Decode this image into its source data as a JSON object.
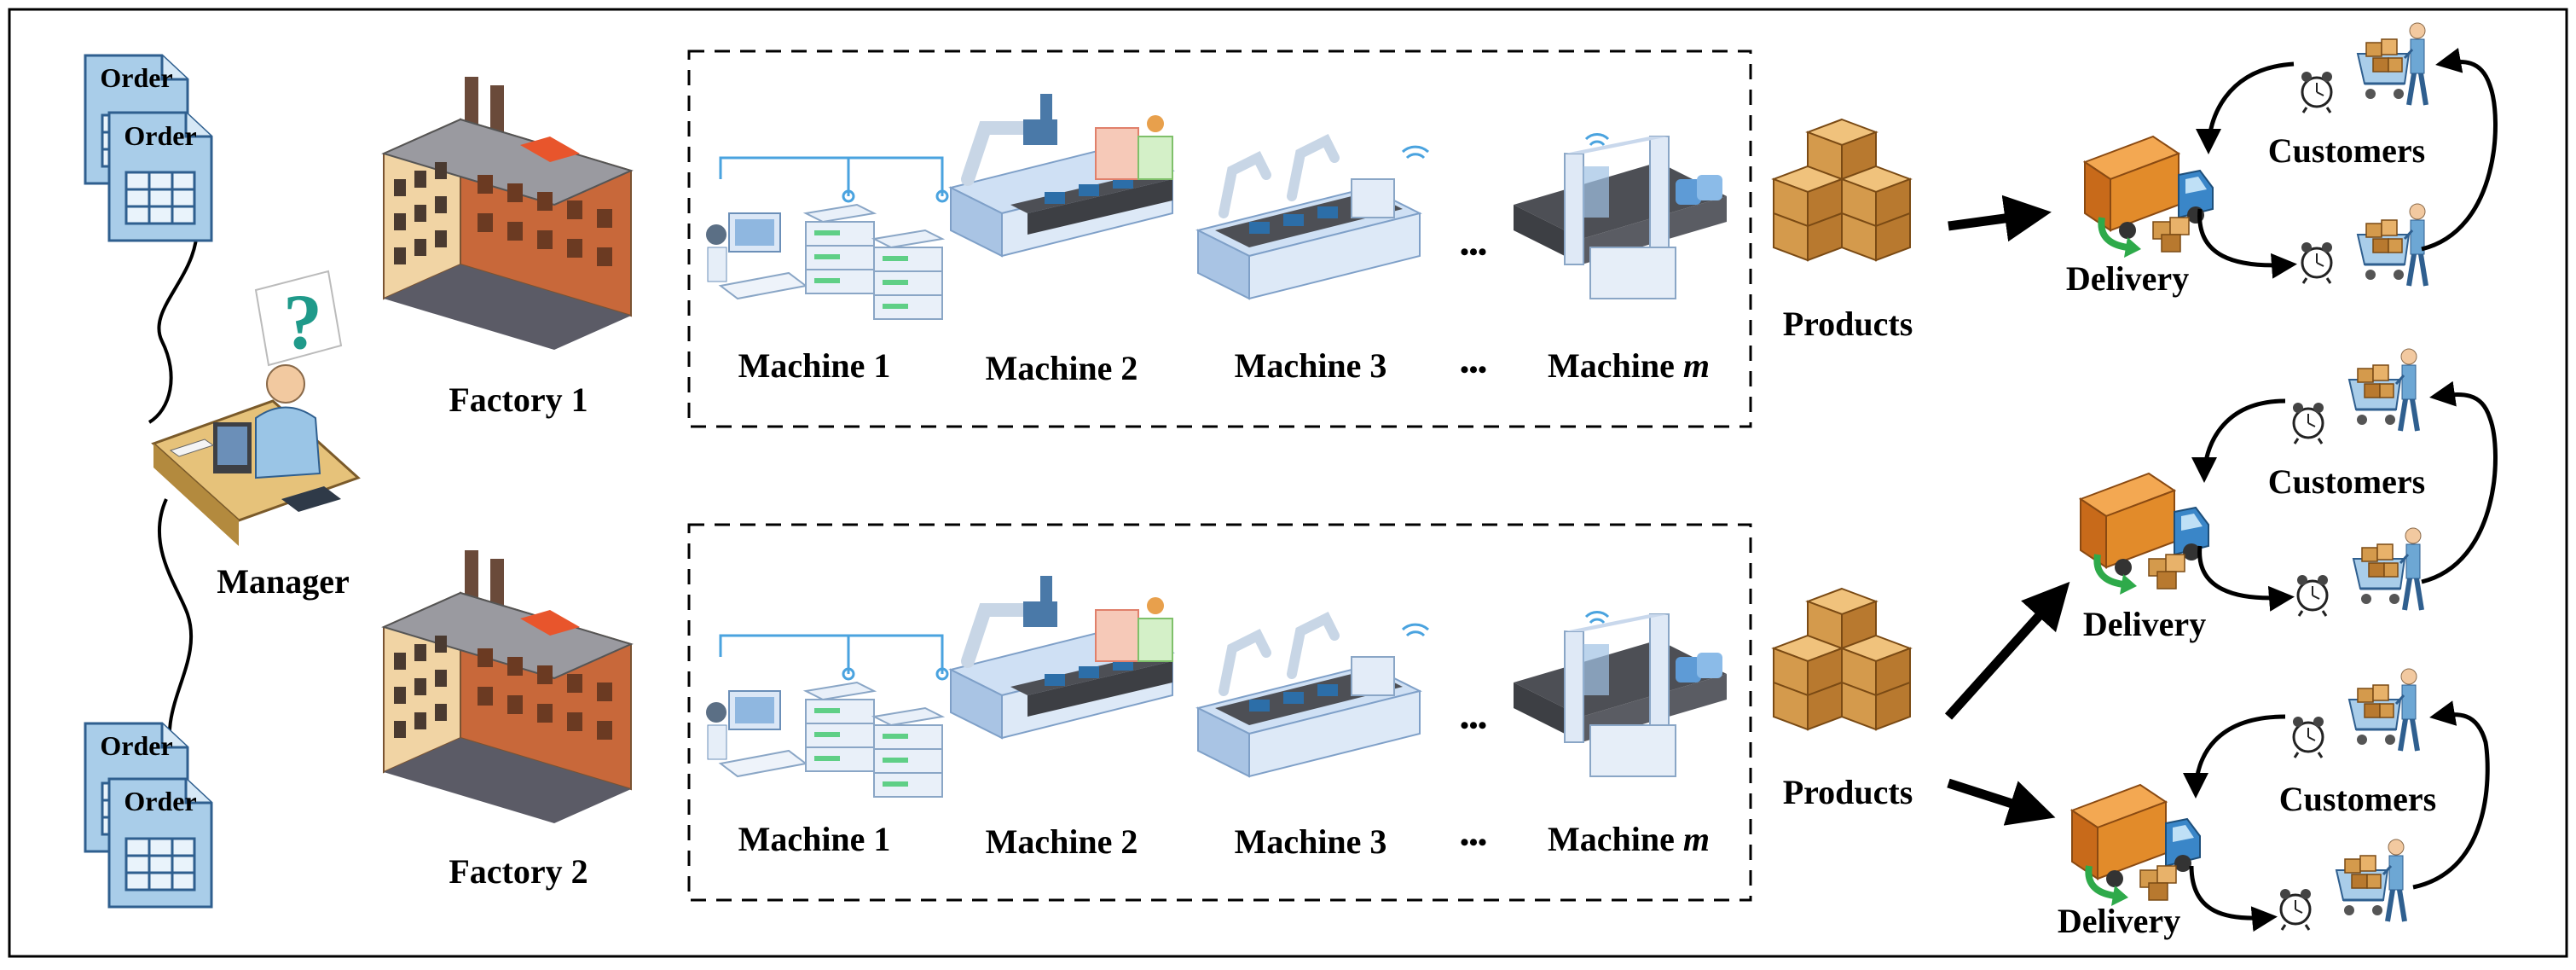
{
  "orders": {
    "top": [
      "Order",
      "Order"
    ],
    "bottom": [
      "Order",
      "Order"
    ]
  },
  "manager": {
    "label": "Manager",
    "thought_mark": "?"
  },
  "factories": [
    {
      "label": "Factory 1",
      "machines": [
        "Machine 1",
        "Machine 2",
        "Machine 3",
        "Machine m"
      ],
      "ellipsis": "•••",
      "products_label": "Products"
    },
    {
      "label": "Factory 2",
      "machines": [
        "Machine 1",
        "Machine 2",
        "Machine 3",
        "Machine m"
      ],
      "ellipsis": "•••",
      "products_label": "Products"
    }
  ],
  "deliveries": [
    {
      "label": "Delivery",
      "customers_label": "Customers"
    },
    {
      "label": "Delivery",
      "customers_label": "Customers"
    },
    {
      "label": "Delivery",
      "customers_label": "Customers"
    }
  ],
  "colors": {
    "document_fill": "#a9cde9",
    "document_stroke": "#2f5f8f",
    "factory_brick": "#c8683a",
    "factory_side": "#e9c48f",
    "machine_blue": "#4aa3df",
    "machine_light": "#dbe7f6",
    "conveyor": "#4d4f55",
    "box": "#d49a4c",
    "truck": "#e28b2a",
    "truck_cab": "#3a86c8",
    "green_arrow": "#2eaa4a",
    "person": "#6da7d4"
  }
}
